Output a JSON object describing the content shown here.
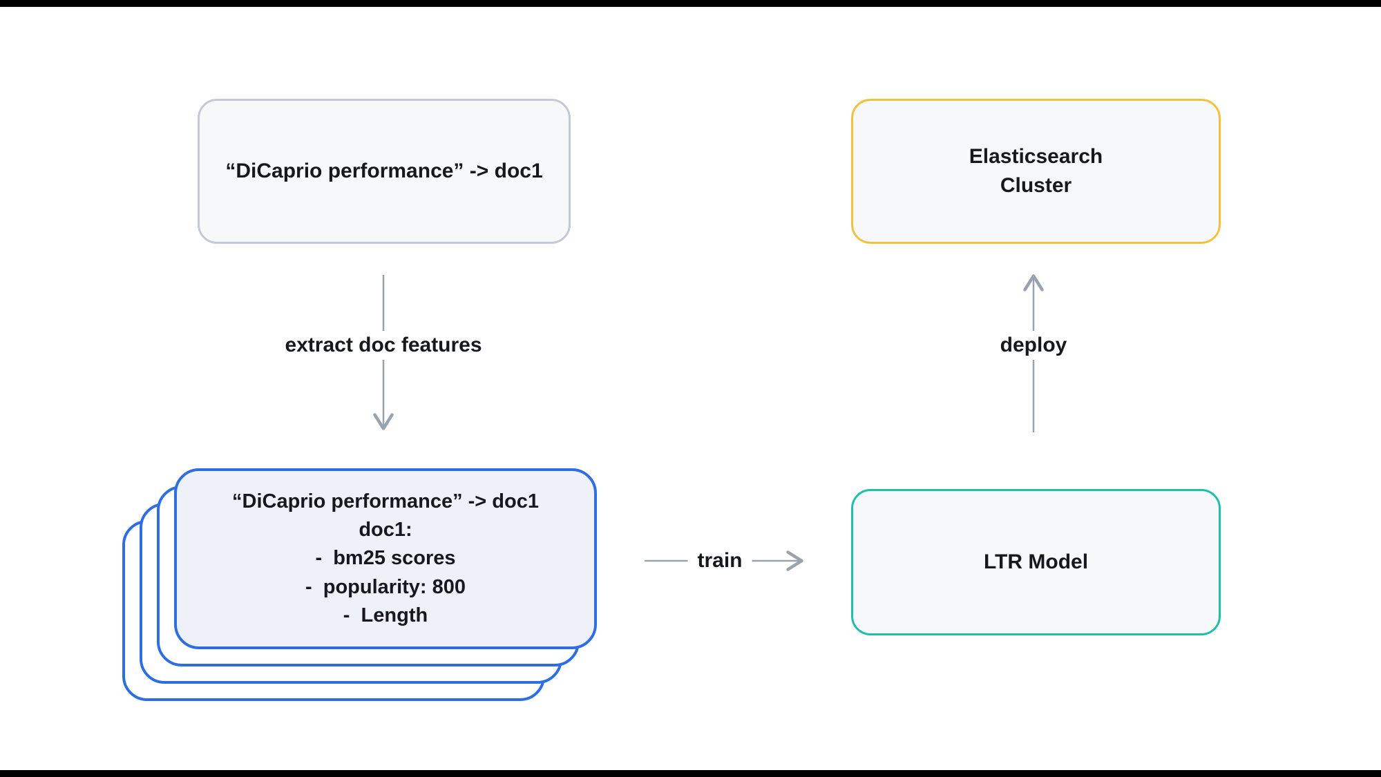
{
  "diagram": {
    "query_box": {
      "label": "“DiCaprio performance” -> doc1"
    },
    "extract_arrow": {
      "label": "extract doc features"
    },
    "features_card": {
      "line1": "“DiCaprio performance” -> doc1",
      "line2": "doc1:",
      "bullets": [
        "-  bm25 scores",
        "-  popularity: 800",
        "-  Length"
      ]
    },
    "train_arrow": {
      "label": "train"
    },
    "ltr_box": {
      "label": "LTR Model"
    },
    "deploy_arrow": {
      "label": "deploy"
    },
    "es_box": {
      "line1": "Elasticsearch",
      "line2": "Cluster"
    }
  },
  "colors": {
    "query_box_border": "#c3c9d6",
    "features_card_border": "#2e6ee0",
    "ltr_box_border": "#1fbfaa",
    "es_box_border": "#f0c23e",
    "arrow": "#9aa2ad",
    "text": "#16181d",
    "node_fill": "#f6f8fa"
  }
}
